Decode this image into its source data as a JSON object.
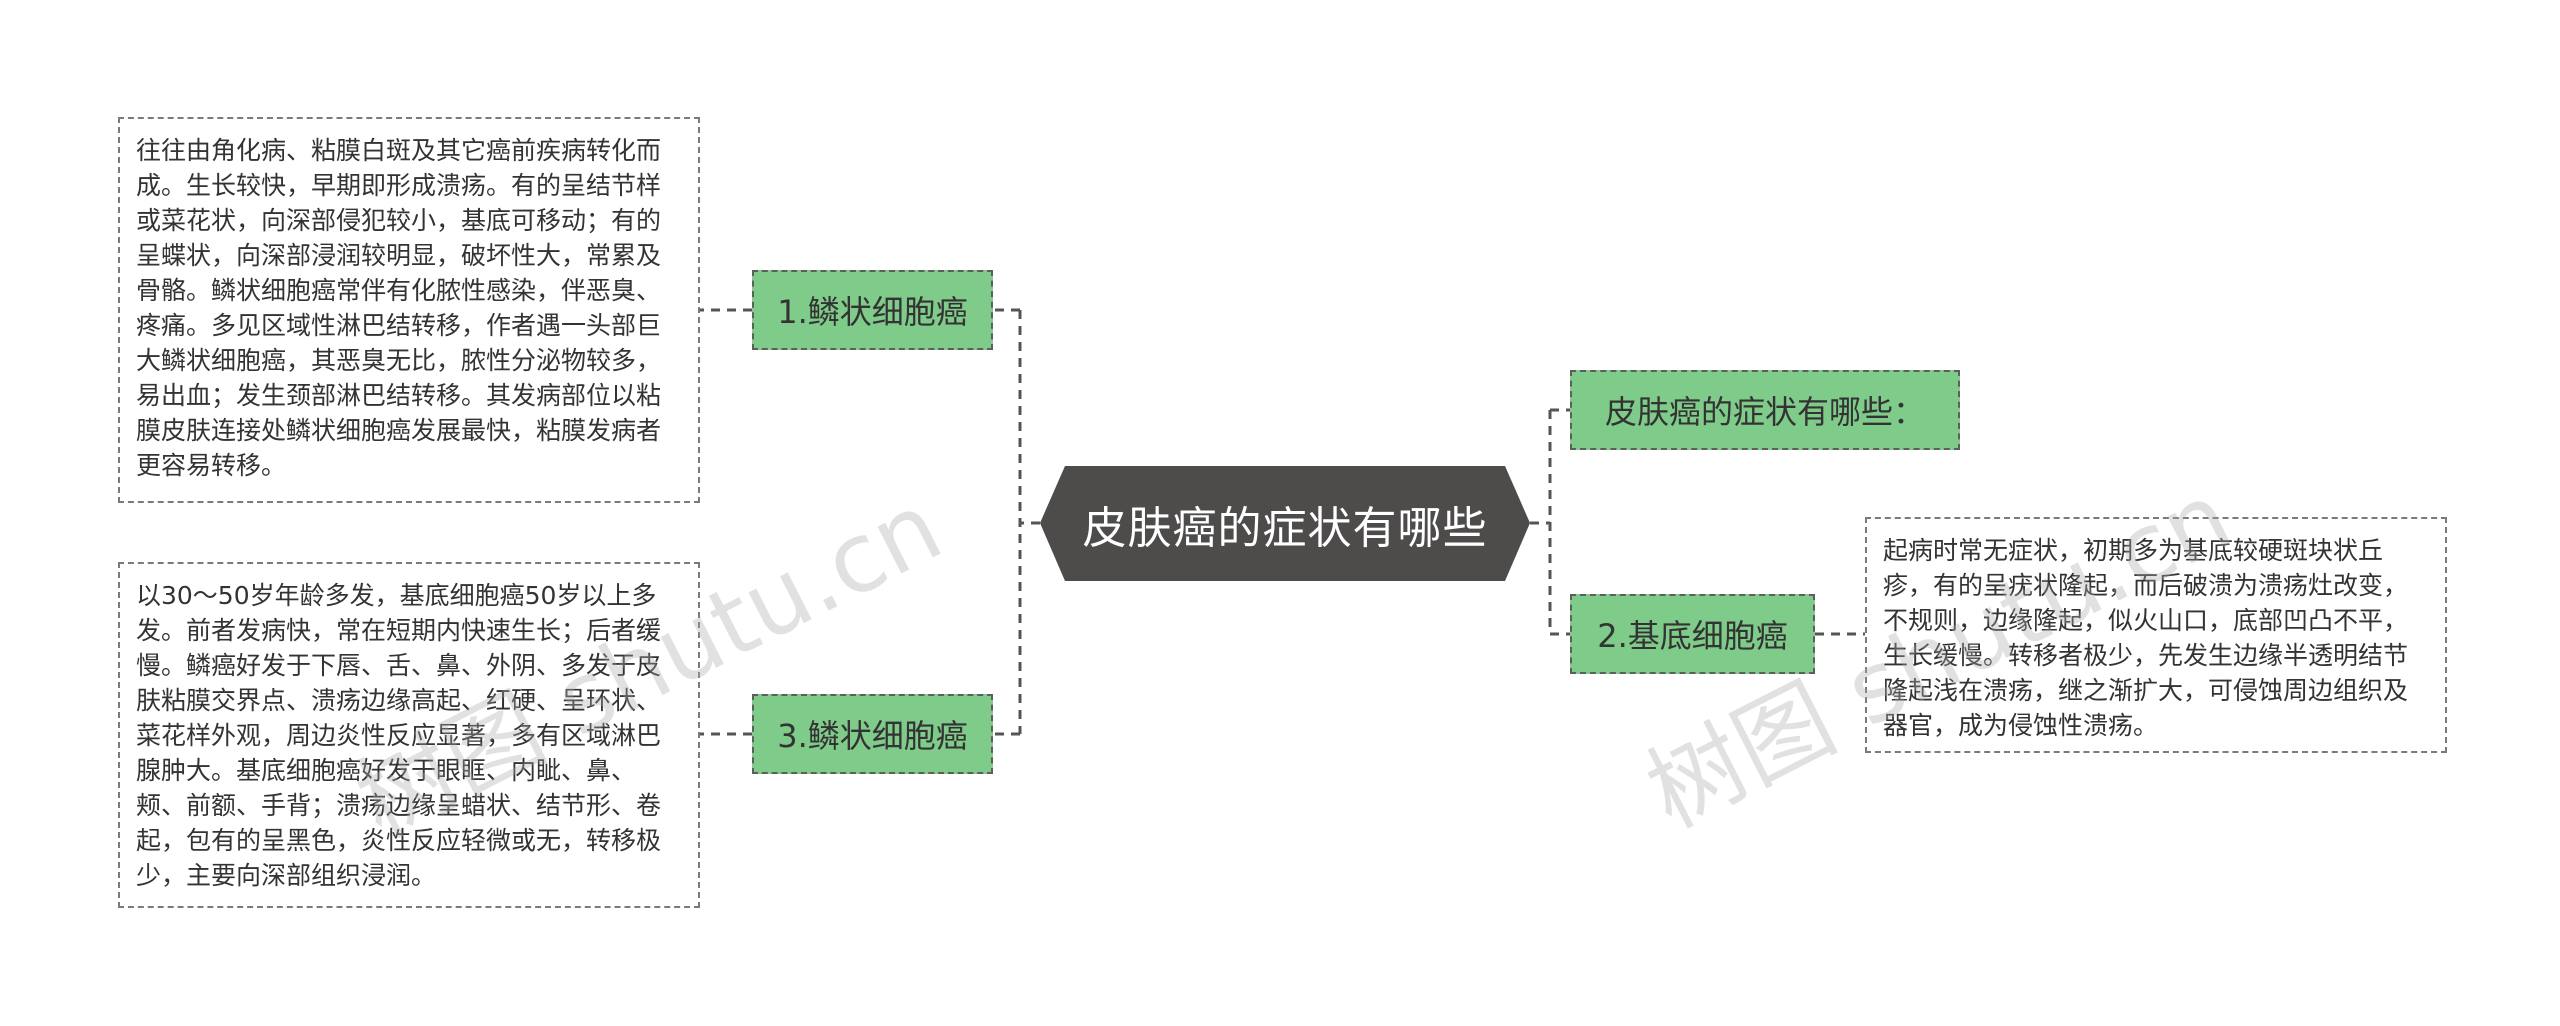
{
  "center": {
    "label": "皮肤癌的症状有哪些"
  },
  "branches": [
    {
      "label": "1.鳞状细胞癌"
    },
    {
      "label": "3.鳞状细胞癌"
    },
    {
      "label": "皮肤癌的症状有哪些："
    },
    {
      "label": "2.基底细胞癌"
    }
  ],
  "leaves": [
    {
      "text": "往往由角化病、粘膜白斑及其它癌前疾病转化而成。生长较快，早期即形成溃疡。有的呈结节样或菜花状，向深部侵犯较小，基底可移动；有的呈蝶状，向深部浸润较明显，破坏性大，常累及骨骼。鳞状细胞癌常伴有化脓性感染，伴恶臭、疼痛。多见区域性淋巴结转移，作者遇一头部巨大鳞状细胞癌，其恶臭无比，脓性分泌物较多，易出血；发生颈部淋巴结转移。其发病部位以粘膜皮肤连接处鳞状细胞癌发展最快，粘膜发病者更容易转移。"
    },
    {
      "text": "以30～50岁年龄多发，基底细胞癌50岁以上多发。前者发病快，常在短期内快速生长；后者缓慢。鳞癌好发于下唇、舌、鼻、外阴、多发于皮肤粘膜交界点、溃疡边缘高起、红硬、呈环状、菜花样外观，周边炎性反应显著，多有区域淋巴腺肿大。基底细胞癌好发于眼眶、内眦、鼻、颊、前额、手背；溃疡边缘呈蜡状、结节形、卷起，包有的呈黑色，炎性反应轻微或无，转移极少，主要向深部组织浸润。"
    },
    {
      "text": "起病时常无症状，初期多为基底较硬斑块状丘疹，有的呈疣状隆起，而后破溃为溃疡灶改变，不规则，边缘隆起，似火山口，底部凹凸不平，生长缓慢。转移者极少，先发生边缘半透明结节隆起浅在溃疡，继之渐扩大，可侵蚀周边组织及器官，成为侵蚀性溃疡。"
    }
  ],
  "watermarks": [
    {
      "text": "树图 shutu.cn"
    },
    {
      "text": "树图 shutu.cn"
    }
  ]
}
